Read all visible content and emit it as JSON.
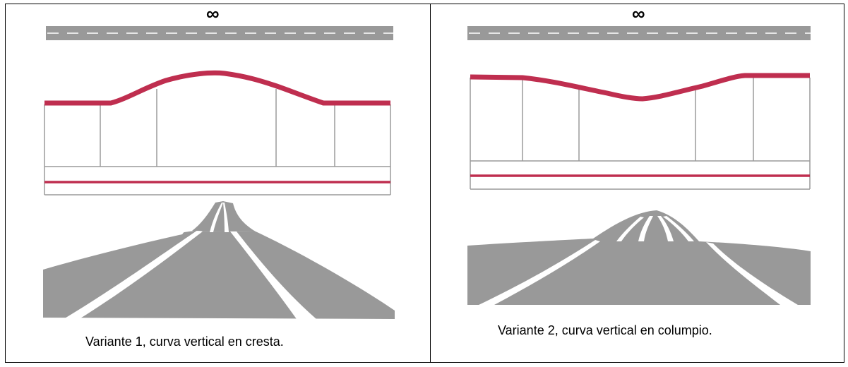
{
  "panels": [
    {
      "symbol": "∞",
      "caption": "Variante 1, curva vertical en cresta.",
      "kind": "crest"
    },
    {
      "symbol": "∞",
      "caption": "Variante 2, curva vertical en columpio.",
      "kind": "sag"
    }
  ],
  "colors": {
    "road": "#999999",
    "profile": "#bf2e4f",
    "frame": "#9a9a9a",
    "border": "#000000"
  }
}
